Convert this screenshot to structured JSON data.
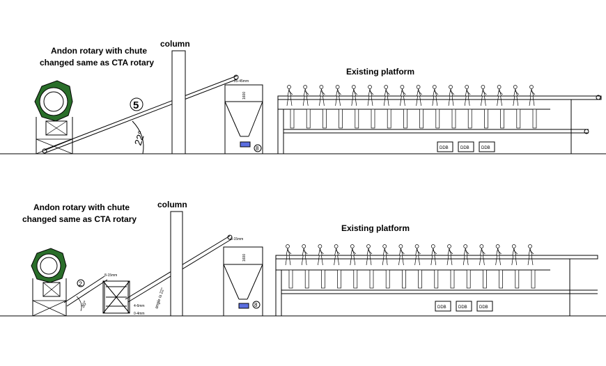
{
  "top": {
    "rotary_label_line1": "Andon rotary with chute",
    "rotary_label_line2": "changed same as CTA rotary",
    "column_label": "column",
    "platform_label": "Existing platform",
    "conveyor_number": "5",
    "angle_label": "22°",
    "conveyor_tag": "25-45mm",
    "hopper_dim": "1600",
    "hopper_number": "8",
    "boxes": [
      "DDB",
      "DDB",
      "DDB"
    ]
  },
  "bottom": {
    "rotary_label_line1": "Andon rotary with chute",
    "rotary_label_line2": "changed same as CTA rotary",
    "column_label": "column",
    "platform_label": "Existing platform",
    "conveyor_number": "2",
    "angle_small": "30°",
    "angle_label": "angle is 22°",
    "conveyor_tag": "8-15mm",
    "conveyor_tag2": "8-15mm",
    "screen_dim1": "4-6mm",
    "screen_dim2": "0-4mm",
    "hopper_dim": "1600",
    "hopper_number": "8",
    "boxes": [
      "DDB",
      "DDB",
      "DDB"
    ]
  },
  "worker_count": 16
}
